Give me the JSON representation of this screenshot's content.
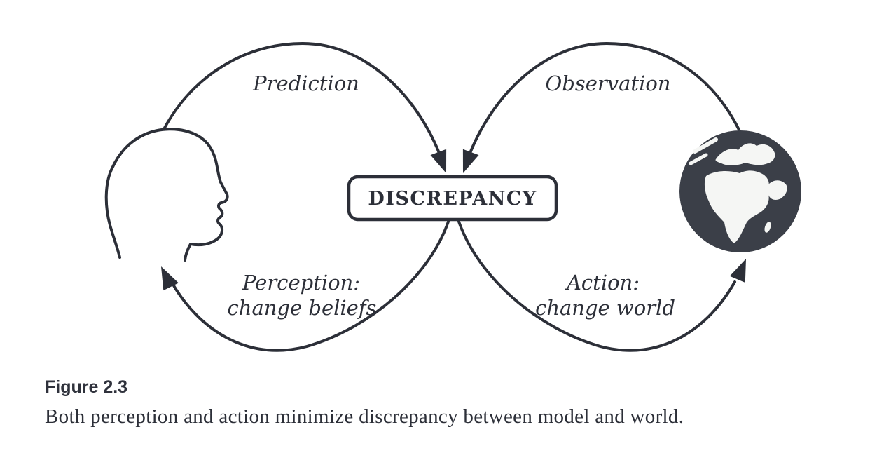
{
  "figure": {
    "labels": {
      "prediction": "Prediction",
      "observation": "Observation",
      "perception_line1": "Perception:",
      "perception_line2": "change beliefs",
      "action_line1": "Action:",
      "action_line2": "change world",
      "discrepancy": "DISCREPANCY"
    },
    "icons": {
      "left_node": "human-head-profile-icon",
      "right_node": "earth-globe-icon",
      "arrows": [
        "arrowhead-into-discrepancy-left",
        "arrowhead-into-discrepancy-right",
        "arrowhead-to-head",
        "arrowhead-to-globe"
      ]
    },
    "colors": {
      "ink": "#2c2f38",
      "background": "#ffffff",
      "globe_ocean": "#3b3f48",
      "globe_land": "#f5f6f4",
      "box_fill": "#ffffff"
    }
  },
  "caption": {
    "figure_label": "Figure 2.3",
    "text": "Both perception and action minimize discrepancy between model and world."
  }
}
